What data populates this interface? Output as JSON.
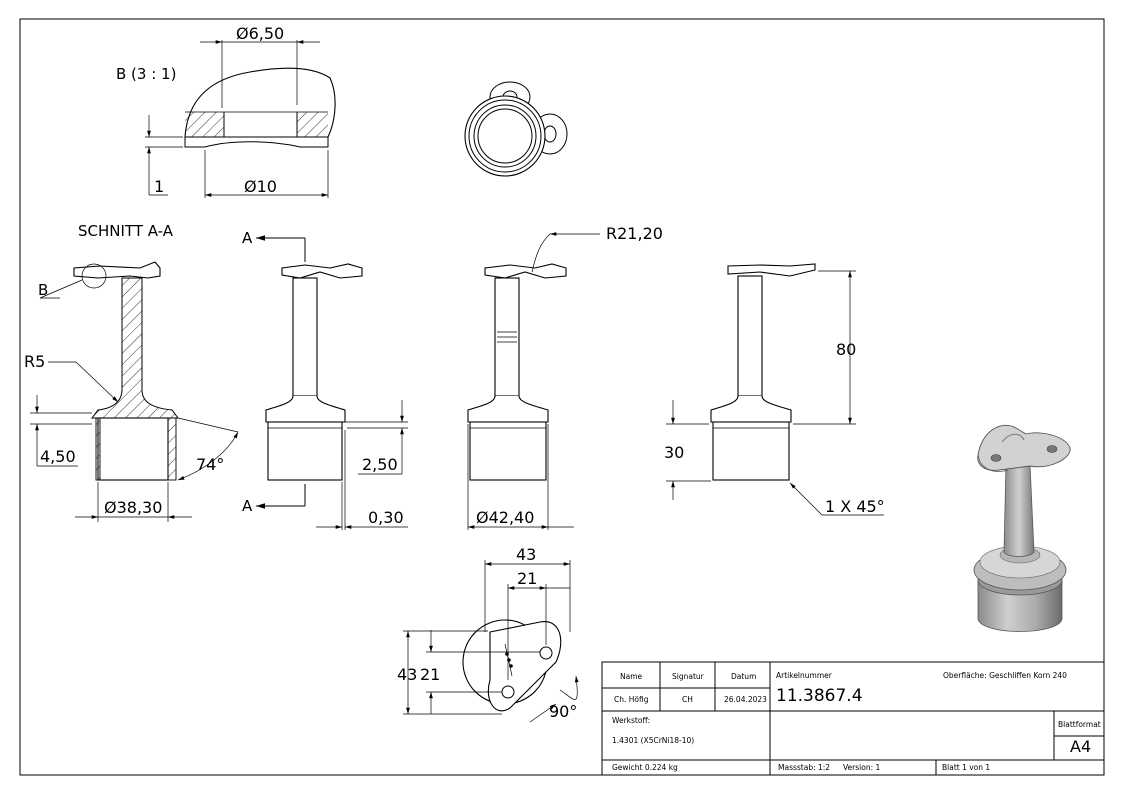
{
  "labels": {
    "detail": "B (3 : 1)",
    "section": "SCHNITT A-A",
    "detail_marker": "B",
    "cut_a_top": "A",
    "cut_a_bottom": "A"
  },
  "dimensions": {
    "d650": "Ø6,50",
    "d10": "Ø10",
    "one": "1",
    "r2120": "R21,20",
    "r5": "R5",
    "h450": "4,50",
    "a74": "74°",
    "d3830": "Ø38,30",
    "h250": "2,50",
    "h030": "0,30",
    "d4240": "Ø42,40",
    "h80": "80",
    "h30": "30",
    "chamfer": "1 X 45°",
    "w43": "43",
    "w21": "21",
    "v43": "43",
    "v21": "21",
    "a90": "90°"
  },
  "title_block": {
    "name_header": "Name",
    "signature_header": "Signatur",
    "date_header": "Datum",
    "name": "Ch. Höfig",
    "signature": "CH",
    "date": "26.04.2023",
    "article_label": "Artikelnummer",
    "article_number": "11.3867.4",
    "surface": "Oberfläche:  Geschliffen Korn 240",
    "material_label": "Werkstoff:",
    "material": "1.4301 (X5CrNi18-10)",
    "sheet_format_label": "Blattformat",
    "sheet_format": "A4",
    "weight": "Gewicht 0.224 kg",
    "scale": "Massstab: 1:2",
    "version": "Version: 1",
    "sheet": "Blatt 1 von 1"
  },
  "colors": {
    "line": "#000000",
    "shade_light": "#d8d8d8",
    "shade_mid": "#a8a8a8",
    "shade_dark": "#6e6e6e"
  }
}
